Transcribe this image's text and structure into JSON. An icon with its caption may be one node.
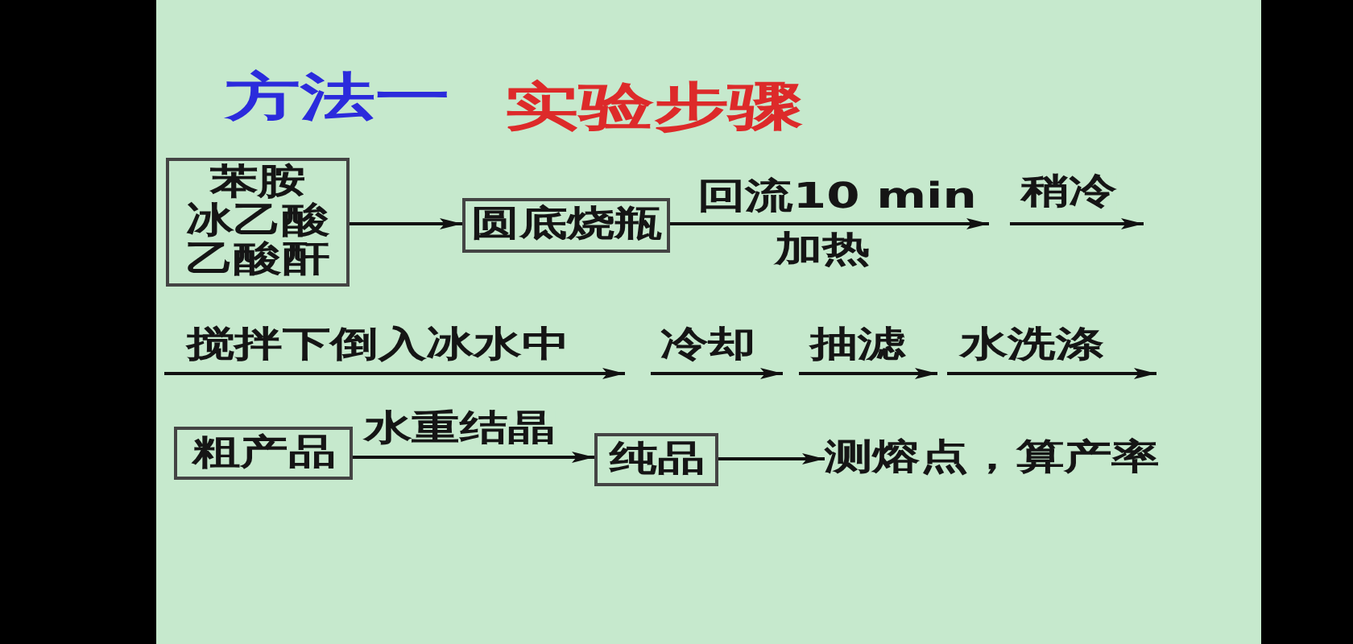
{
  "diagram": {
    "title": "方法一",
    "nodes": [
      {
        "text": [
          "苯胺",
          "冰乙酸",
          "乙酸酐"
        ]
      },
      {
        "text": [
          "圆底烧瓶"
        ]
      },
      {
        "text": [
          "粗产品"
        ]
      },
      {
        "text": [
          "纯品"
        ]
      },
      {
        "text": [
          "测熔点，算产率"
        ]
      }
    ],
    "edges": [
      {
        "from": 0,
        "to": 1,
        "arrow": "to"
      },
      {
        "from": 1,
        "to": null,
        "arrow": "to",
        "label": "回流10 min"
      },
      {
        "from": 2,
        "to": 3,
        "arrow": "to",
        "label": "水重结晶"
      },
      {
        "from": 3,
        "to": 4,
        "arrow": "to"
      }
    ],
    "labels": [
      "实验步骤",
      "加热",
      "稍冷",
      "搅拌下倒入冰水中",
      "冷却",
      "抽滤",
      "水洗涤"
    ]
  }
}
